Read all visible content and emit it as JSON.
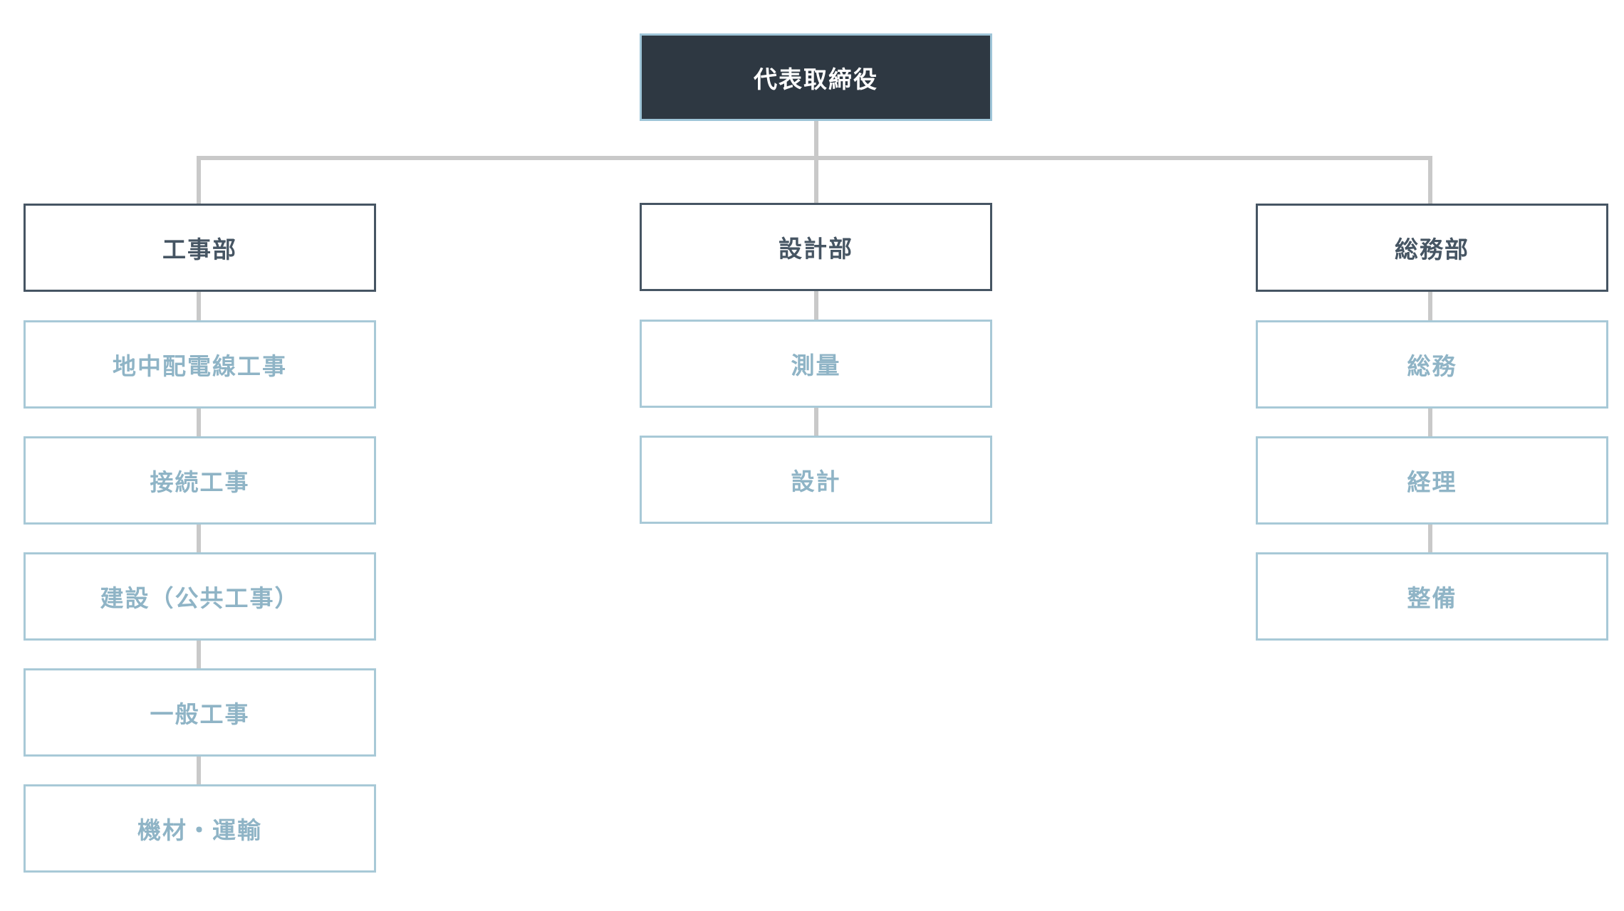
{
  "org_chart": {
    "root": {
      "label": "代表取締役"
    },
    "departments": [
      {
        "label": "工事部",
        "sections": [
          "地中配電線工事",
          "接続工事",
          "建設（公共工事）",
          "一般工事",
          "機材・運輸"
        ]
      },
      {
        "label": "設計部",
        "sections": [
          "測量",
          "設計"
        ]
      },
      {
        "label": "総務部",
        "sections": [
          "総務",
          "経理",
          "整備"
        ]
      }
    ]
  },
  "colors": {
    "root_background": "#2e3842",
    "root_border": "#9fc5d8",
    "department_border": "#465563",
    "department_text": "#465563",
    "section_border": "#a8c9d7",
    "section_text": "#8fb4c6",
    "connector": "#c9c9c9"
  }
}
